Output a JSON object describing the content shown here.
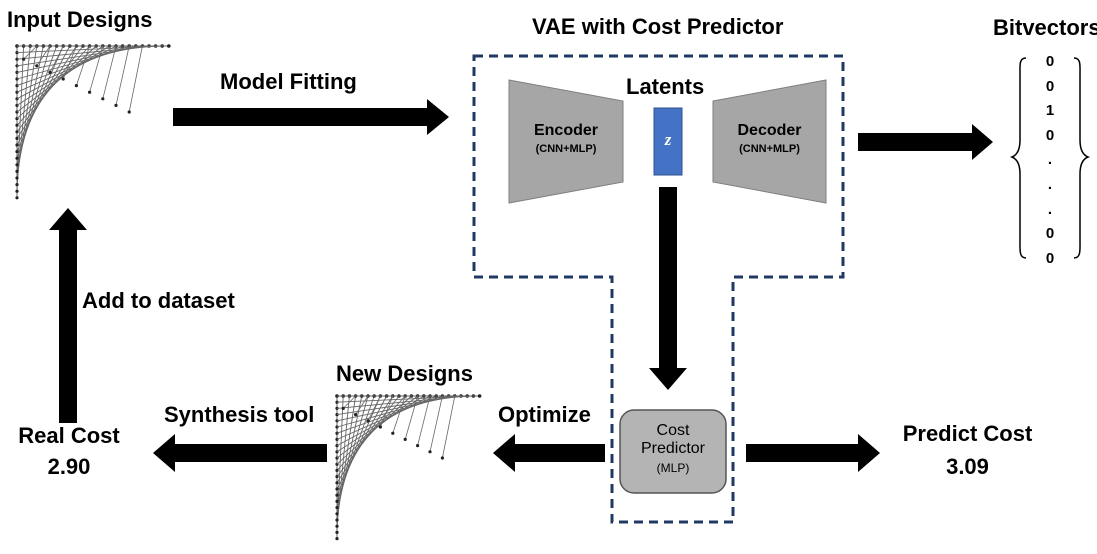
{
  "labels": {
    "input_designs": "Input Designs",
    "model_fitting": "Model Fitting",
    "vae_title": "VAE with Cost Predictor",
    "latents": "Latents",
    "z": "z",
    "encoder": "Encoder",
    "encoder_sub": "(CNN+MLP)",
    "decoder": "Decoder",
    "decoder_sub": "(CNN+MLP)",
    "bitvectors": "Bitvectors",
    "add_to_dataset": "Add to dataset",
    "new_designs": "New Designs",
    "synthesis_tool": "Synthesis tool",
    "optimize": "Optimize",
    "real_cost": "Real Cost",
    "real_cost_value": "2.90",
    "cost_predictor_line1": "Cost",
    "cost_predictor_line2": "Predictor",
    "cost_predictor_sub": "(MLP)",
    "predict_cost": "Predict Cost",
    "predict_cost_value": "3.09"
  },
  "bitvector": [
    "0",
    "0",
    "1",
    "0",
    ".",
    ".",
    ".",
    "0",
    "0"
  ],
  "colors": {
    "trapezoid_fill": "#a6a6a6",
    "latent_fill": "#4472c4",
    "predictor_fill": "#b4b4b4",
    "dashed_border": "#1f3864",
    "arrow": "#000000"
  }
}
